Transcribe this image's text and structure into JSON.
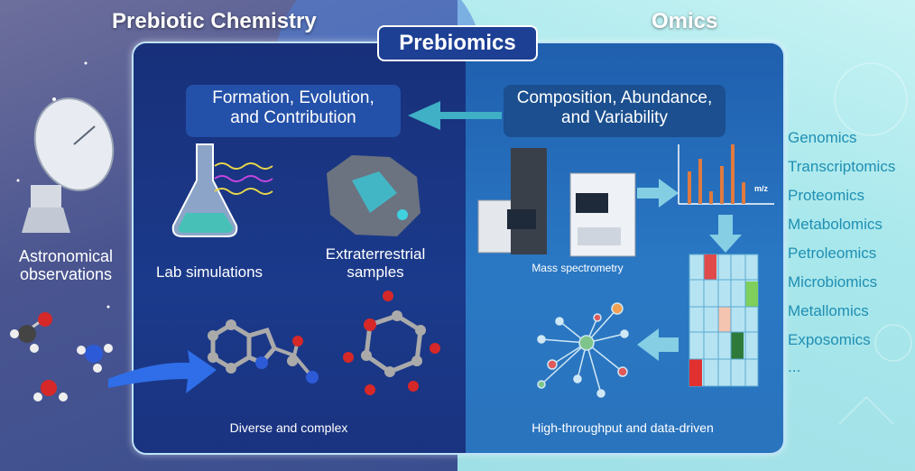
{
  "left_title": "Prebiotic Chemistry",
  "right_title": "Omics",
  "center_title": "Prebiomics",
  "formation_box": [
    "Formation, Evolution,",
    "and Contribution"
  ],
  "composition_box": [
    "Composition, Abundance,",
    "and Variability"
  ],
  "astronomical": [
    "Astronomical",
    "observations"
  ],
  "lab_simulations": "Lab simulations",
  "extraterrestrial": [
    "Extraterrestrial",
    "samples"
  ],
  "diverse": "Diverse and complex",
  "mass_spec": "Mass spectrometry",
  "high_throughput": "High-throughput and data-driven",
  "mz_label": "m/z",
  "omics_list": [
    "Genomics",
    "Transcriptomics",
    "Proteomics",
    "Metabolomics",
    "Petroleomics",
    "Microbiomics",
    "Metallomics",
    "Exposomics",
    "..."
  ],
  "colors": {
    "left_panel": "#1b3a8b",
    "right_panel": "#2a78c4",
    "omics_text": "#1f8fb3",
    "spectrum_bar": "#e07a3f"
  }
}
